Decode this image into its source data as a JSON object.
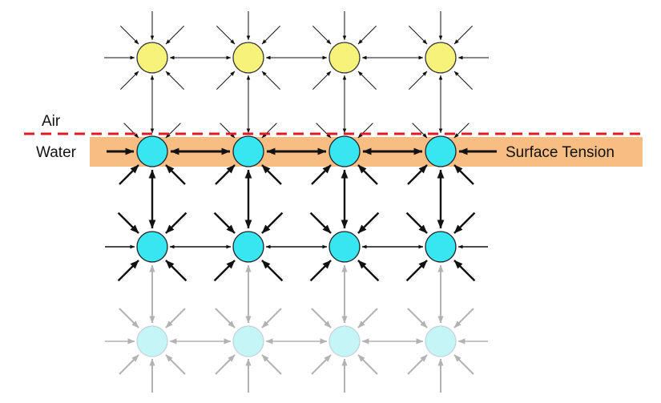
{
  "labels": {
    "air": "Air",
    "water": "Water",
    "surface_tension": "Surface Tension"
  },
  "colors": {
    "air_molecule": "#f7f27a",
    "water_molecule": "#37e6f0",
    "deep_molecule": "#c5f5f7",
    "surface_band": "#f8bd82",
    "interface_line": "#e01b24",
    "arrow_dark": "#111111",
    "arrow_faded": "#b3b3b3"
  },
  "molecules": {
    "air_row_count": 4,
    "surface_row_count": 4,
    "bulk_row_count": 4,
    "deep_row_count": 4
  }
}
